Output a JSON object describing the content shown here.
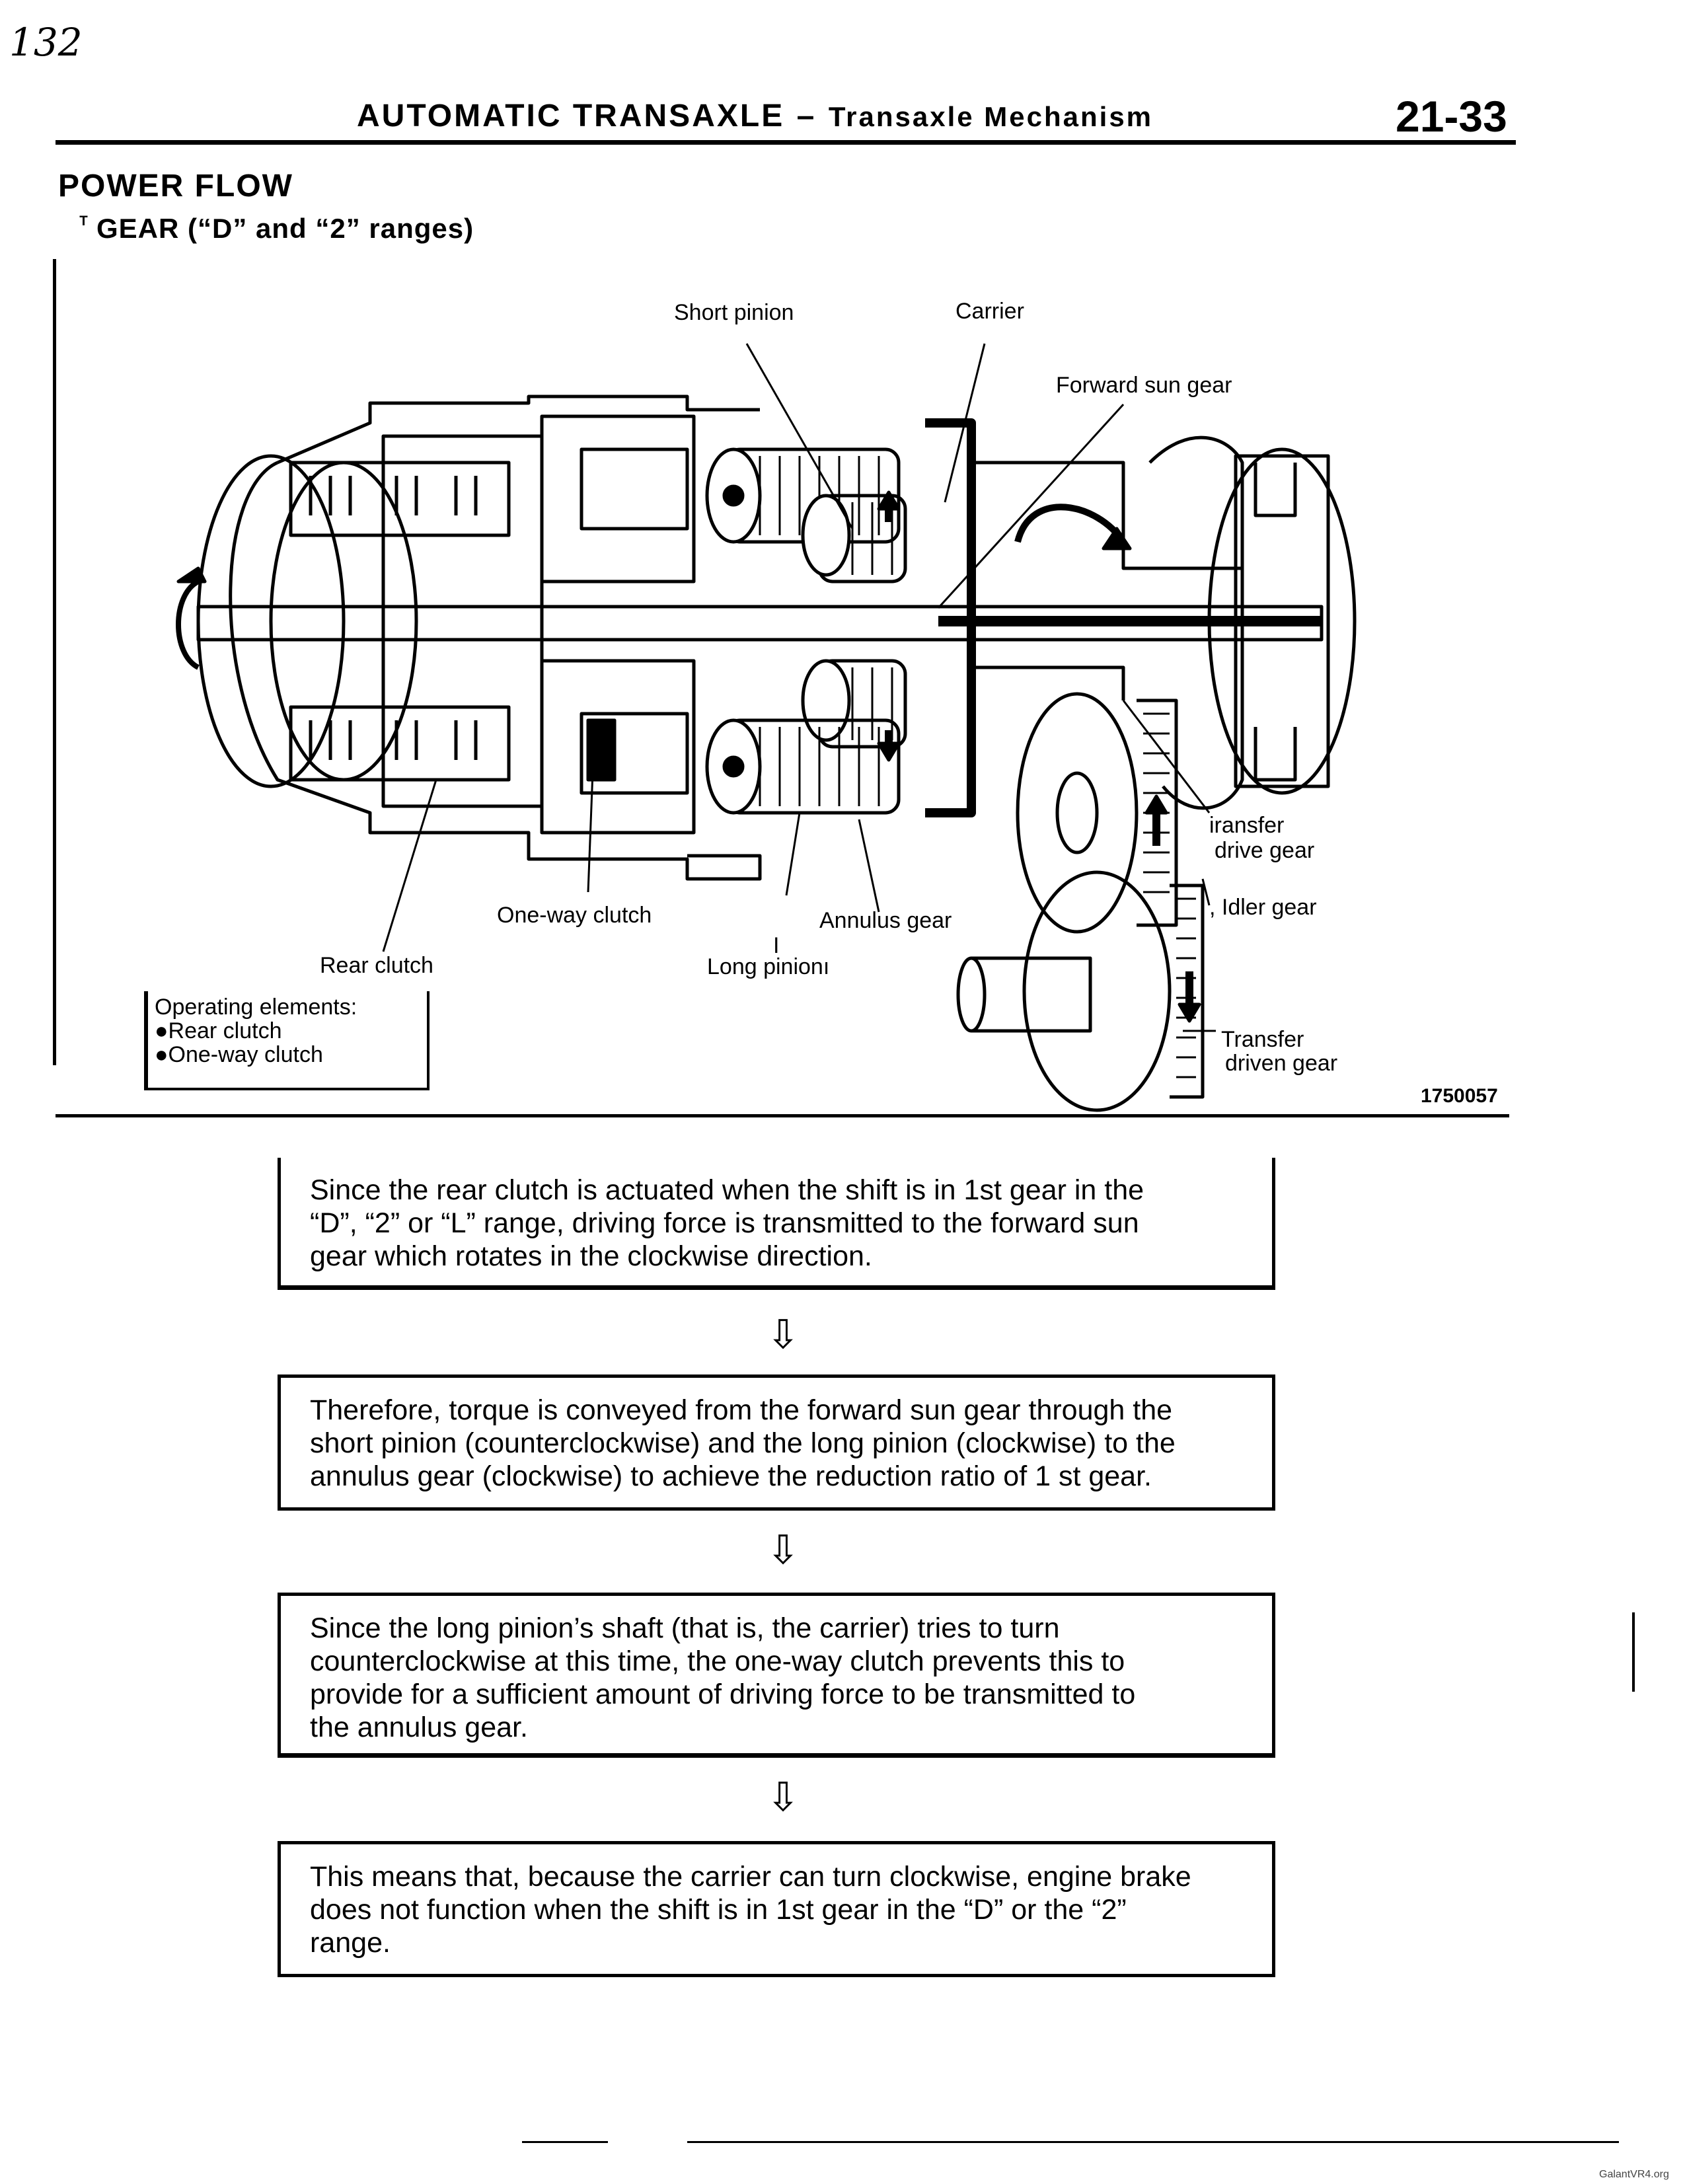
{
  "page": {
    "handwritten_number": "132",
    "header": {
      "title": "AUTOMATIC TRANSAXLE",
      "dash": "–",
      "subtitle": "Transaxle Mechanism",
      "page_number": "21-33"
    },
    "section_title": "POWER FLOW",
    "subsection_marker": "ᵀ",
    "subsection_title": "GEAR (“D” and “2” ranges)",
    "figure_code": "1750057",
    "watermark": "GalantVR4.org"
  },
  "diagram": {
    "labels": {
      "short_pinion": "Short pinion",
      "carrier": "Carrier",
      "forward_sun_gear": "Forward sun gear",
      "transfer_drive_gear_1": "iransfer",
      "transfer_drive_gear_2": "drive gear",
      "idler_gear": ", Idler gear",
      "one_way_clutch": "One-way clutch",
      "annulus_gear": "Annulus gear",
      "long_pinion_mark": "I",
      "long_pinion": "Long pinionı",
      "rear_clutch": "Rear clutch",
      "transfer_driven_gear_1": "Transfer",
      "transfer_driven_gear_2": "driven gear"
    },
    "operating_elements": {
      "title": "Operating elements:",
      "items": [
        "●Rear clutch",
        "●One-way clutch"
      ]
    }
  },
  "flow": {
    "steps": [
      {
        "lines": [
          "Since the rear clutch is actuated when the shift is in 1st gear in the",
          "“D”, “2” or “L” range, driving force is transmitted to the forward sun",
          "gear which rotates in the clockwise direction."
        ]
      },
      {
        "lines": [
          "Therefore, torque is conveyed from the forward sun gear through the",
          "short pinion (counterclockwise) and the long pinion (clockwise) to the",
          "annulus gear (clockwise) to achieve the reduction ratio of 1 st gear."
        ]
      },
      {
        "lines": [
          "Since the long pinion’s shaft (that is, the carrier) tries to turn",
          "counterclockwise at this time, the one-way clutch prevents this to",
          "provide for a sufficient amount of driving force to be transmitted to",
          "the annulus gear."
        ]
      },
      {
        "lines": [
          "This means that, because the carrier can turn clockwise, engine brake",
          "does not function when the shift is in 1st gear in the “D” or the “2”",
          "range."
        ]
      }
    ],
    "arrow_glyph": "⇩"
  }
}
